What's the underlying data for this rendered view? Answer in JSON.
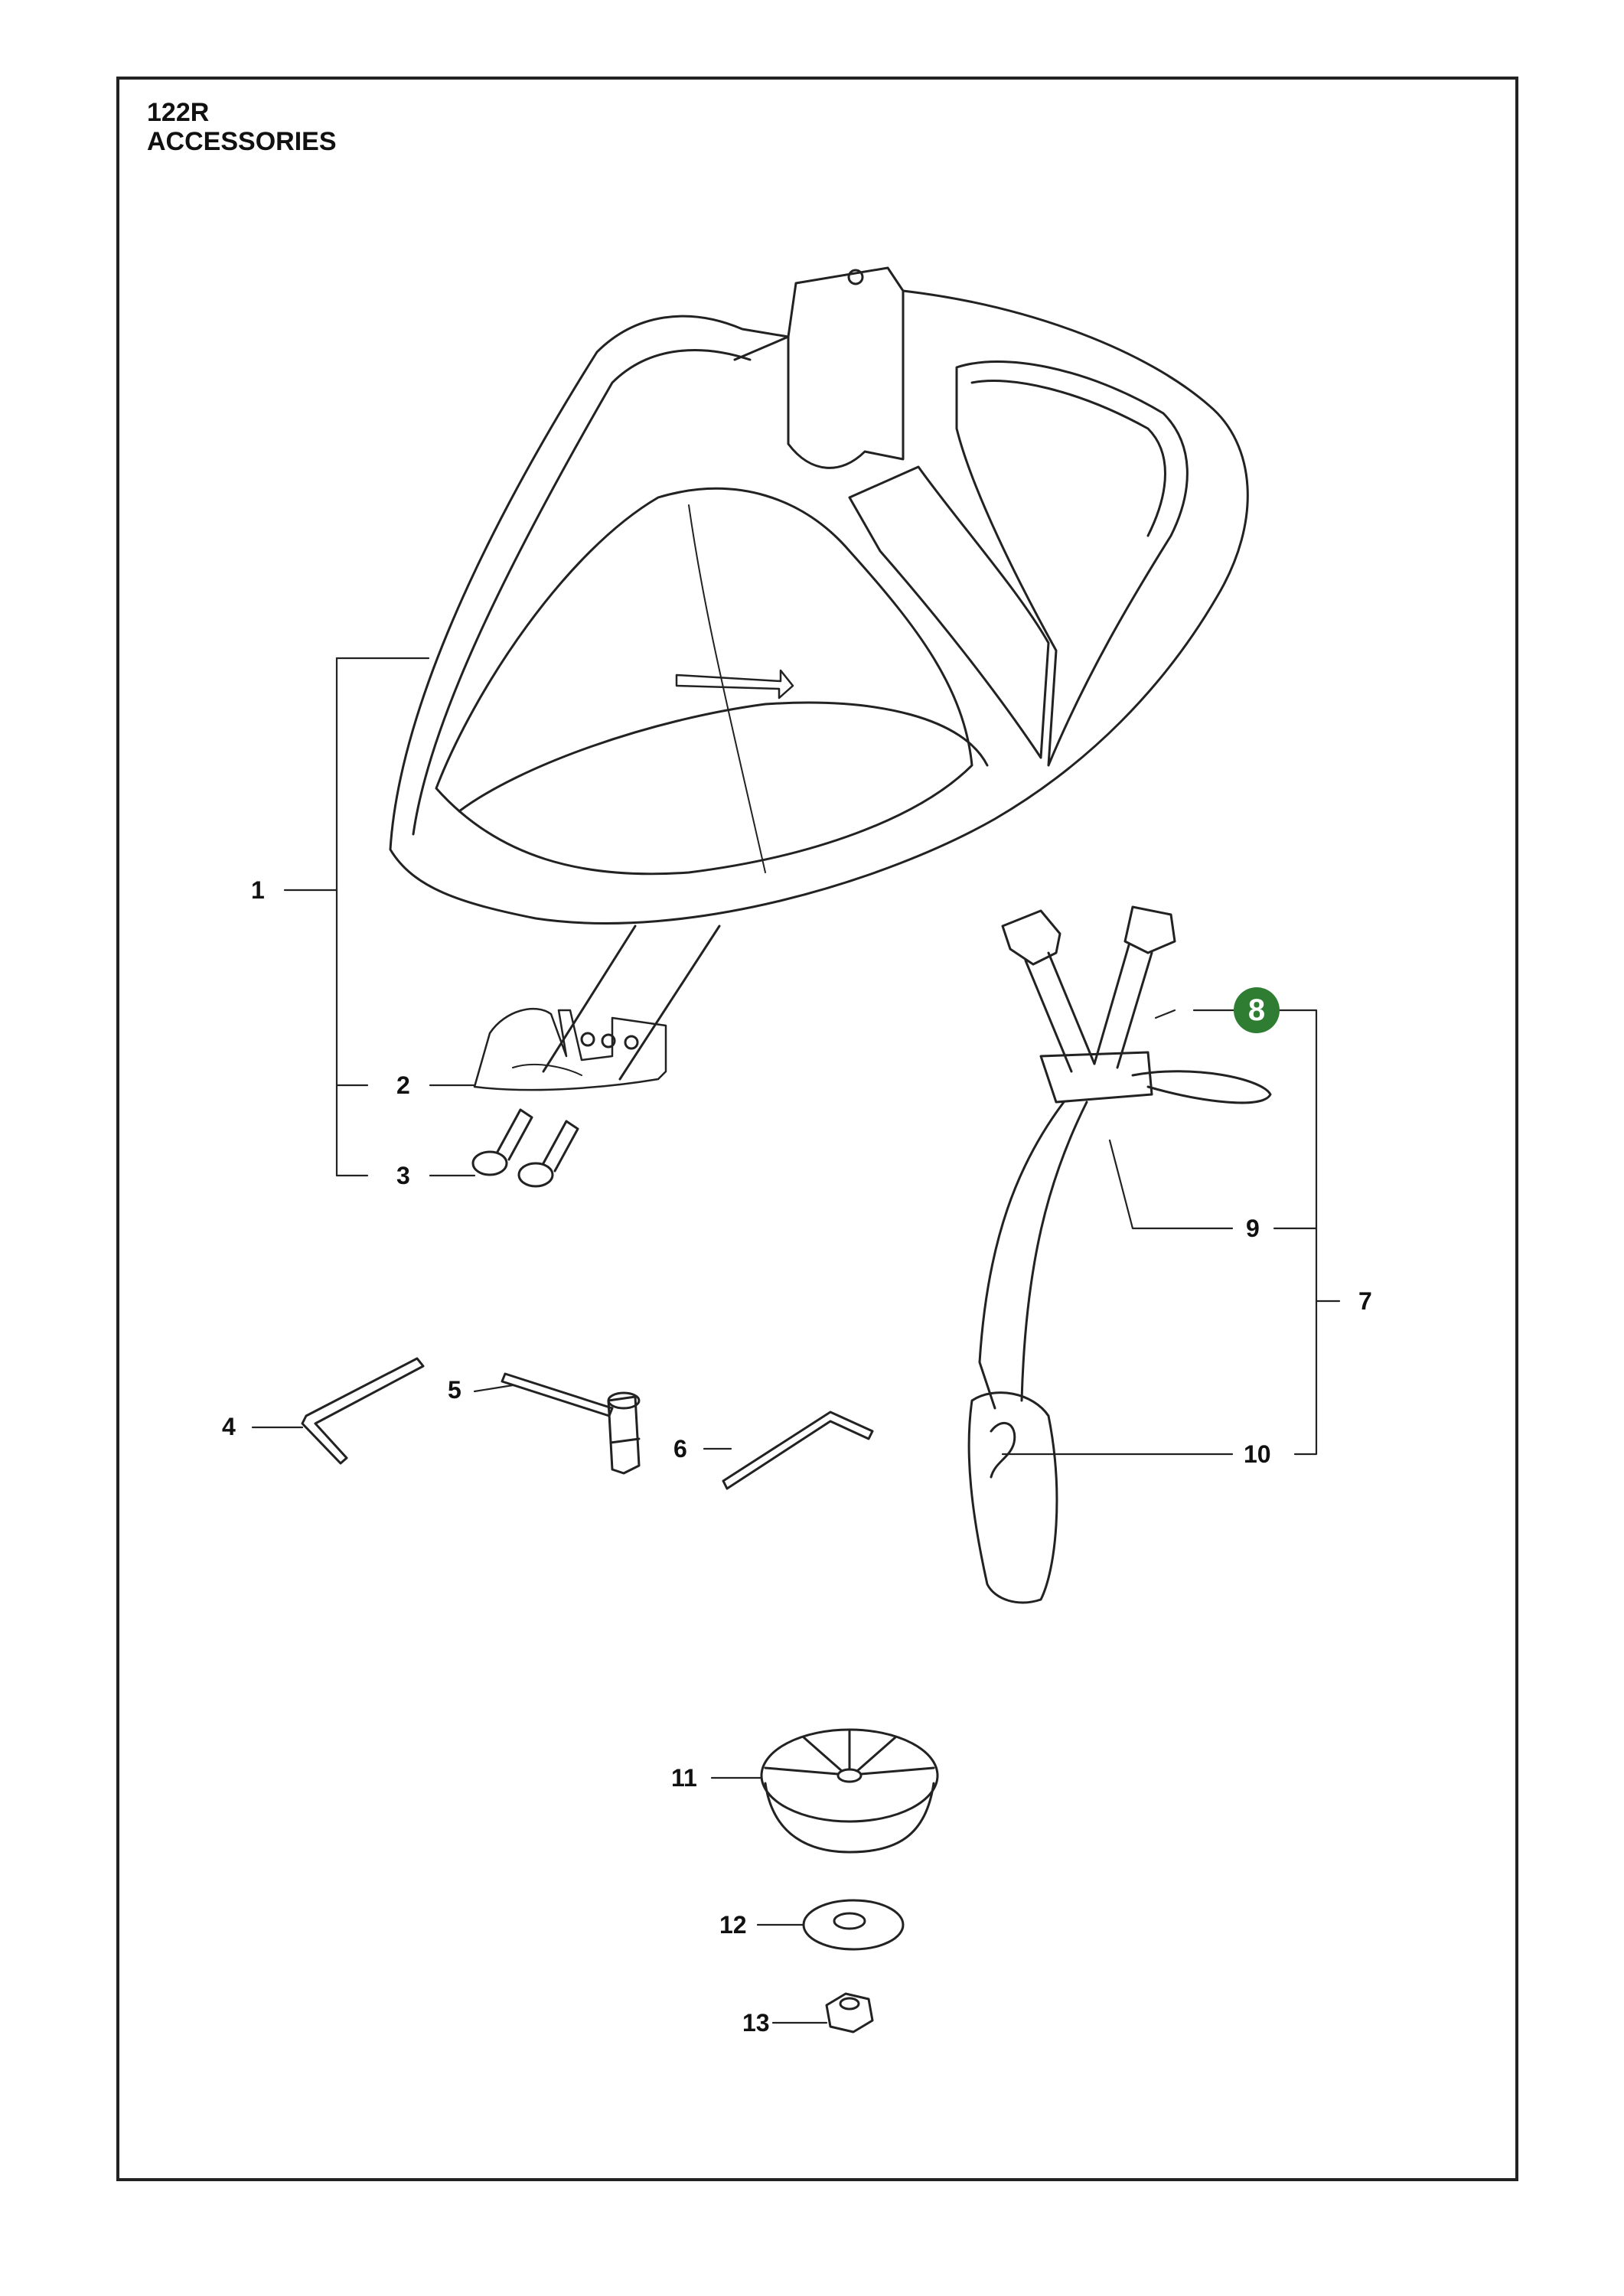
{
  "header": {
    "model": "122R",
    "section": "ACCESSORIES"
  },
  "parts": [
    {
      "id": "1",
      "label": "1"
    },
    {
      "id": "2",
      "label": "2"
    },
    {
      "id": "3",
      "label": "3"
    },
    {
      "id": "4",
      "label": "4"
    },
    {
      "id": "5",
      "label": "5"
    },
    {
      "id": "6",
      "label": "6"
    },
    {
      "id": "7",
      "label": "7"
    },
    {
      "id": "8",
      "label": "8",
      "highlighted": true
    },
    {
      "id": "9",
      "label": "9"
    },
    {
      "id": "10",
      "label": "10"
    },
    {
      "id": "11",
      "label": "11"
    },
    {
      "id": "12",
      "label": "12"
    },
    {
      "id": "13",
      "label": "13"
    }
  ],
  "colors": {
    "highlight": "#2e7d32",
    "line": "#222222"
  }
}
